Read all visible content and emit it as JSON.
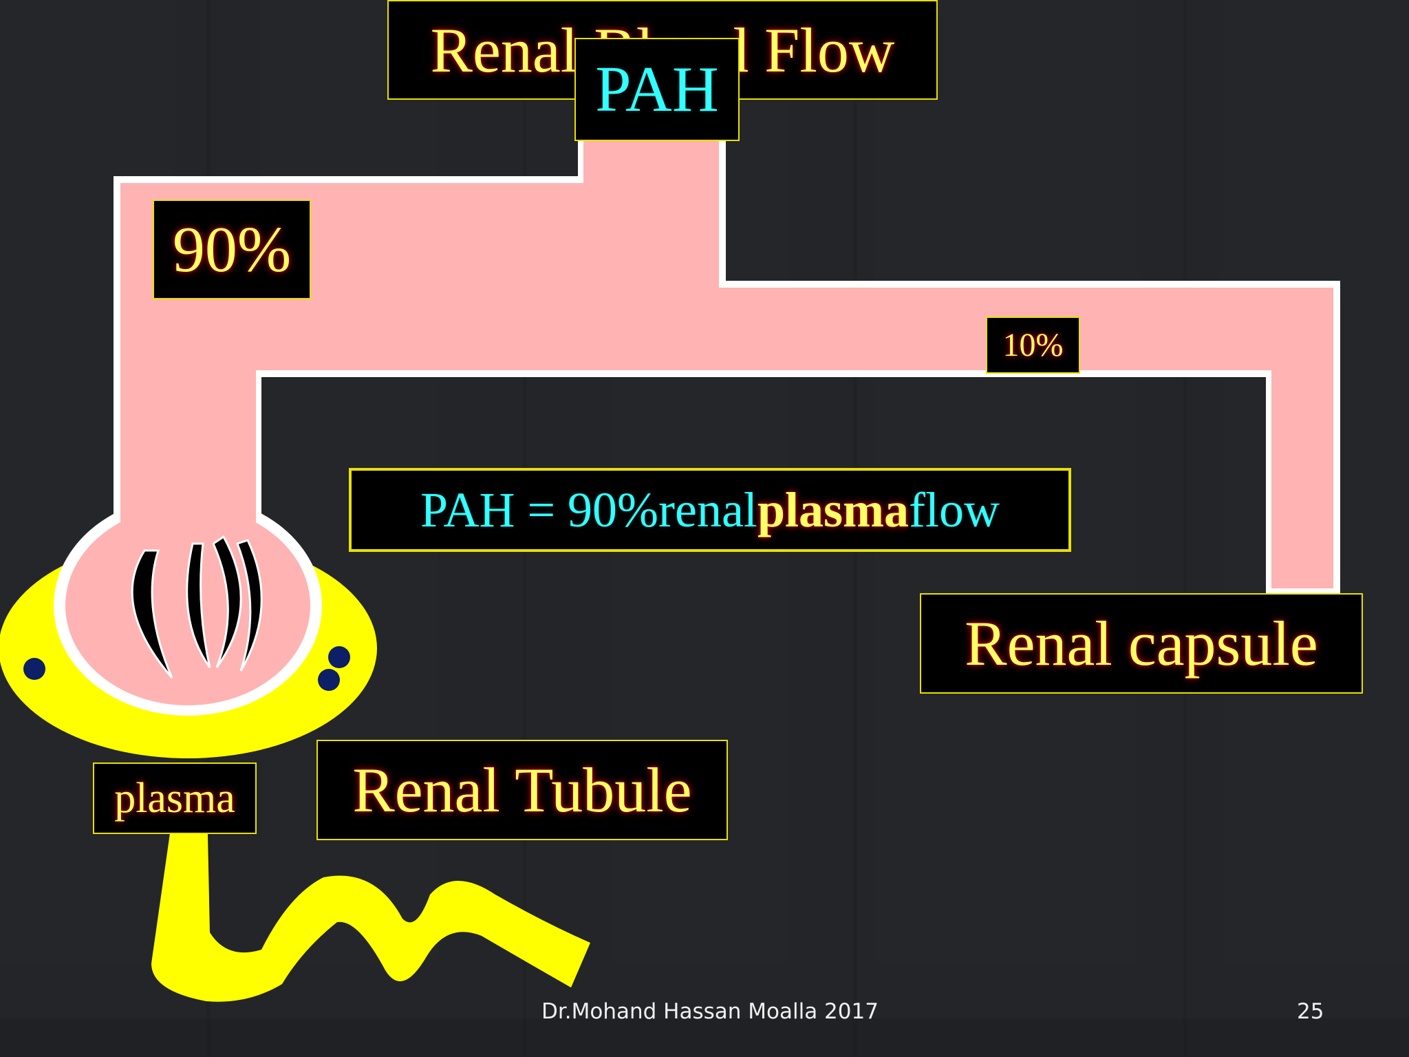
{
  "title": "Renal Blood Flow",
  "pah_label": "PAH",
  "left_branch_percent": "90%",
  "right_branch_percent": "10%",
  "statement": {
    "part1": "PAH = 90%",
    "part2": " renal ",
    "part3": "plasma",
    "part4": " flow"
  },
  "capsule_label": "Renal capsule",
  "tubule_label": "Renal Tubule",
  "plasma_label": "plasma",
  "footer": {
    "author": "Dr.Mohand Hassan Moalla 2017",
    "page_number": "25"
  },
  "colors": {
    "background": "#26282b",
    "vessel_pink": "#ffb3b3",
    "tubule_yellow": "#ffff00",
    "label_border": "#e8e000",
    "label_text": "#ffff66",
    "accent_cyan": "#33ffff"
  }
}
